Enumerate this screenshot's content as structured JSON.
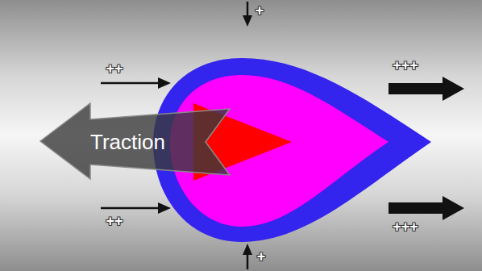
{
  "diagram": {
    "nodes": [
      {
        "text": [
          "Traction"
        ]
      }
    ],
    "labels": [
      "+",
      "++",
      "+++",
      "++",
      "+++",
      "+"
    ]
  }
}
